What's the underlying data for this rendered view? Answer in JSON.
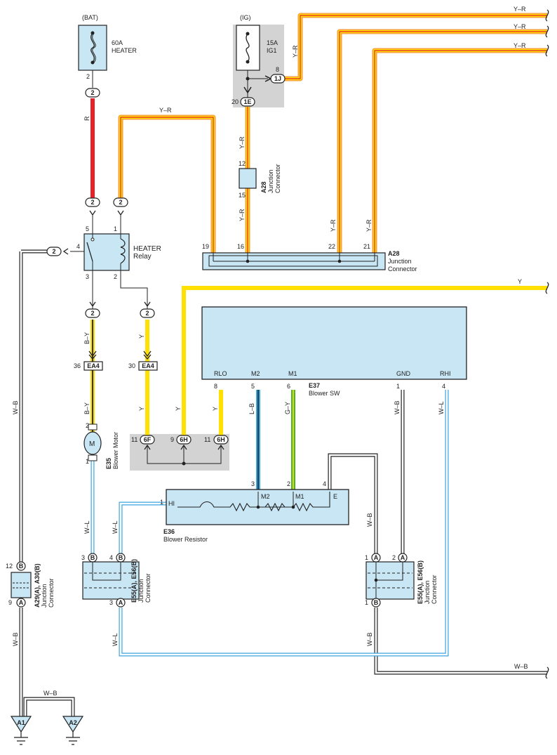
{
  "power": {
    "bat_label": "(BAT)",
    "ig_label": "(IG)"
  },
  "fuses": {
    "heater": {
      "rating": "60A",
      "name": "HEATER"
    },
    "ig1": {
      "rating": "15A",
      "name": "IG1"
    }
  },
  "relay": {
    "name": "HEATER",
    "sub": "Relay"
  },
  "junction_connector_a28_small": {
    "code": "A28",
    "name": "Junction",
    "sub": "Connector"
  },
  "junction_connector_a28": {
    "code": "A28",
    "name": "Junction",
    "sub": "Connector"
  },
  "blower_sw": {
    "code": "E37",
    "name": "Blower SW",
    "pins": [
      "RLO",
      "M2",
      "M1",
      "GND",
      "RHI"
    ]
  },
  "blower_motor": {
    "code": "E35",
    "name": "Blower Motor",
    "symbol": "M"
  },
  "blower_resistor": {
    "code": "E36",
    "name": "Blower Resistor",
    "pins": [
      "HI",
      "M2",
      "M1",
      "E"
    ]
  },
  "junction_a29_a30": {
    "code": "A29(A), A30(B)",
    "name": "Junction",
    "sub": "Connector"
  },
  "junction_e55_e56_left": {
    "code": "E55(A), E56(B)",
    "name": "Junction",
    "sub": "Connector"
  },
  "junction_e55_e56_right": {
    "code": "E55(A), E56(B)",
    "name": "Junction",
    "sub": "Connector"
  },
  "grounds": [
    "A1",
    "A2"
  ],
  "colors": {
    "yellow": "#ffe000",
    "orange": "#f6a23c",
    "red": "#e8202a",
    "blue": "#3aa6df",
    "green": "#4bb43c",
    "black": "#222222",
    "box_fill": "#c8e6f4",
    "gray_fill": "#d3d3d3"
  }
}
